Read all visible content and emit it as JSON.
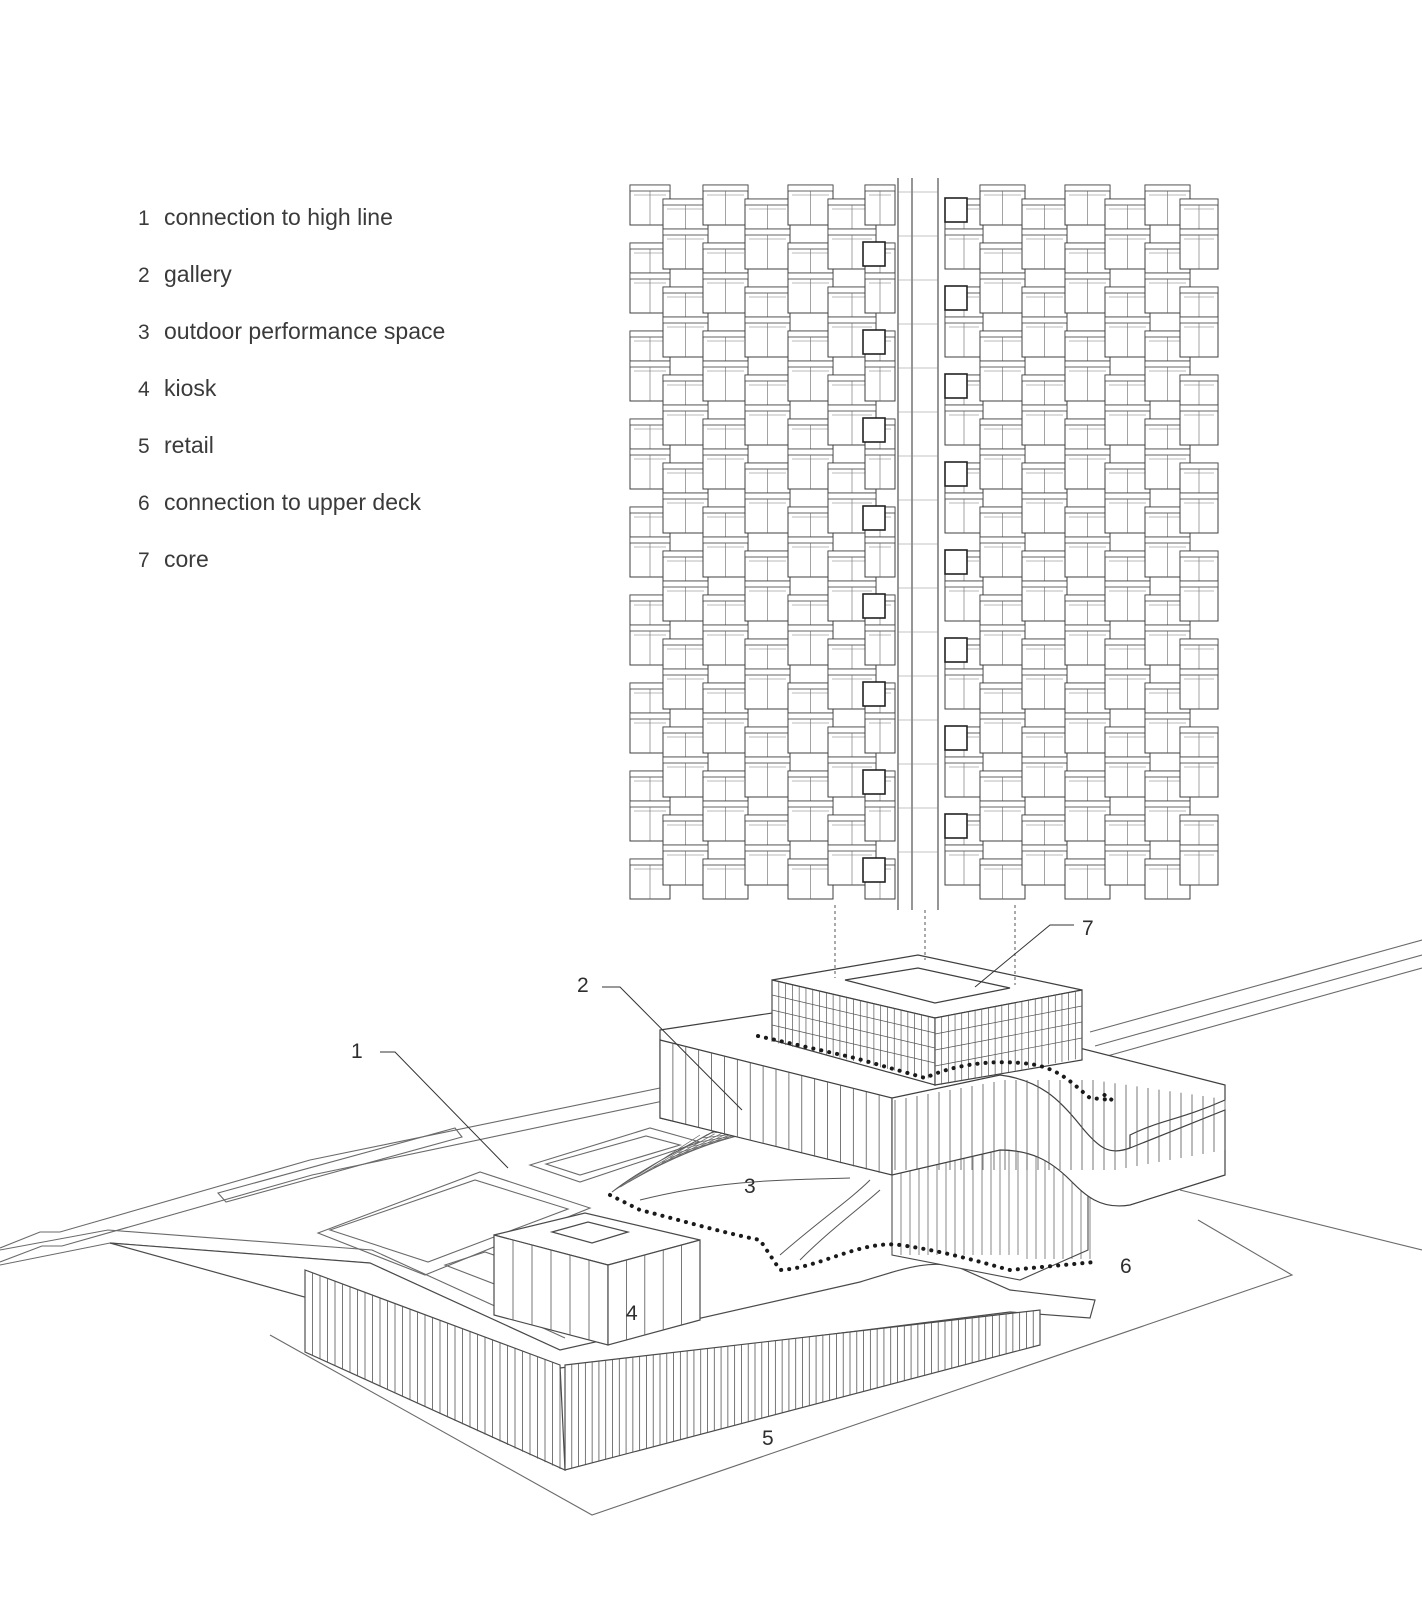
{
  "legend": [
    {
      "number": "1",
      "label": "connection to high line"
    },
    {
      "number": "2",
      "label": "gallery"
    },
    {
      "number": "3",
      "label": "outdoor performance space"
    },
    {
      "number": "4",
      "label": "kiosk"
    },
    {
      "number": "5",
      "label": "retail"
    },
    {
      "number": "6",
      "label": "connection to upper deck"
    },
    {
      "number": "7",
      "label": "core"
    }
  ],
  "callouts": [
    "1",
    "2",
    "3",
    "4",
    "5",
    "6",
    "7"
  ],
  "colors": {
    "line": "#4a4a4a",
    "text": "#3a3a3a",
    "background": "#ffffff",
    "path": "#1a1a1a"
  }
}
